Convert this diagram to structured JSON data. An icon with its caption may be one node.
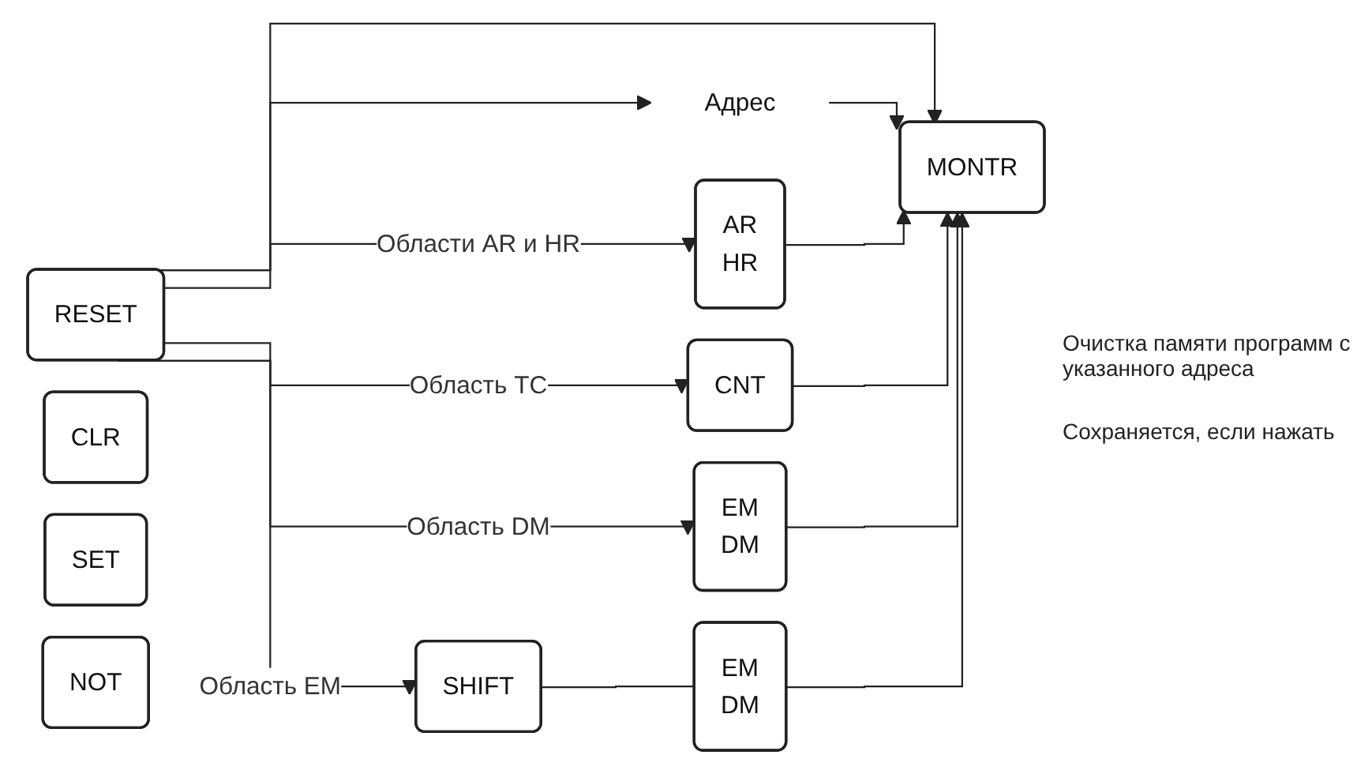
{
  "diagram": {
    "nodes": [
      {
        "text": [
          "CLR"
        ]
      },
      {
        "text": [
          "SET"
        ]
      },
      {
        "text": [
          "NOT"
        ]
      },
      {
        "text": [
          "RESET"
        ]
      },
      {
        "text": [
          "MONTR"
        ]
      },
      {
        "text": [
          "Адрес"
        ]
      },
      {
        "text": [
          "AR",
          "HR"
        ]
      },
      {
        "text": [
          "CNT"
        ]
      },
      {
        "text": [
          "EM",
          "DM"
        ]
      },
      {
        "text": [
          "SHIFT"
        ]
      },
      {
        "text": [
          "EM",
          "DM"
        ]
      }
    ],
    "edges": [
      {
        "from": 3,
        "to": 4,
        "arrow": "to"
      },
      {
        "from": 3,
        "to": 5,
        "arrow": "to"
      },
      {
        "from": 3,
        "to": 6,
        "arrow": "to",
        "label": "Области AR и HR"
      },
      {
        "from": 3,
        "to": 7,
        "arrow": "to",
        "label": "Область TC"
      },
      {
        "from": 3,
        "to": 8,
        "arrow": "to",
        "label": "Область DM"
      },
      {
        "from": 3,
        "to": 9,
        "arrow": "to",
        "label": "Область EM"
      },
      {
        "from": 9,
        "to": 10,
        "arrow": "none"
      },
      {
        "from": 5,
        "to": 4,
        "arrow": "to"
      },
      {
        "from": 6,
        "to": 4,
        "arrow": "to"
      },
      {
        "from": 7,
        "to": 4,
        "arrow": "to"
      },
      {
        "from": 8,
        "to": 4,
        "arrow": "to"
      },
      {
        "from": 10,
        "to": 4,
        "arrow": "to"
      }
    ],
    "labels": [
      "Очистка памяти программ с указанного адреса",
      "Сохраняется, если нажать"
    ]
  }
}
